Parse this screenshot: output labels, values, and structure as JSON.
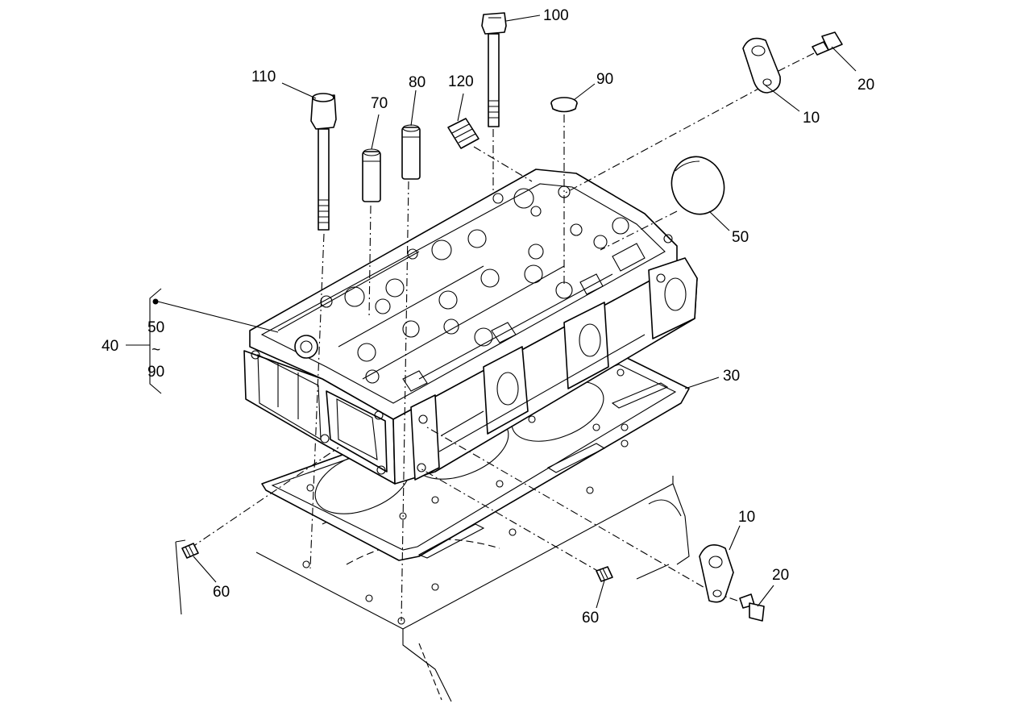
{
  "callouts": {
    "c10_top": "10",
    "c20_top": "20",
    "c100": "100",
    "c110": "110",
    "c70": "70",
    "c80": "80",
    "c120": "120",
    "c90": "90",
    "c50": "50",
    "c30": "30",
    "c60_left": "60",
    "c60_right": "60",
    "c10_bottom": "10",
    "c20_bottom": "20"
  },
  "group_bracket": {
    "label": "40",
    "from": "50",
    "tilde": "~",
    "to": "90"
  }
}
